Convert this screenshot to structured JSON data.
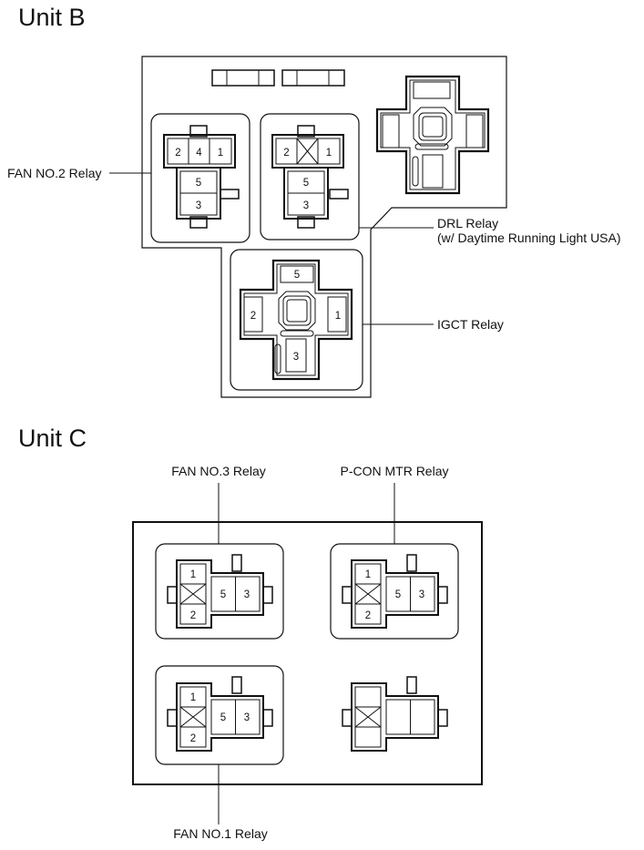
{
  "unit_b": {
    "title": "Unit B",
    "fan_no2_relay": {
      "label": "FAN NO.2 Relay",
      "pins": [
        "2",
        "4",
        "1",
        "5",
        "3"
      ]
    },
    "drl_relay": {
      "label_line1": "DRL Relay",
      "label_line2": "(w/ Daytime Running Light USA)",
      "pins": [
        "2",
        "1",
        "5",
        "3"
      ]
    },
    "igct_relay": {
      "label": "IGCT Relay",
      "pins": [
        "5",
        "2",
        "1",
        "3"
      ]
    }
  },
  "unit_c": {
    "title": "Unit C",
    "fan_no3_relay": {
      "label": "FAN NO.3 Relay",
      "pins": [
        "1",
        "2",
        "5",
        "3"
      ]
    },
    "pcon_mtr_relay": {
      "label": "P-CON MTR Relay",
      "pins": [
        "1",
        "2",
        "5",
        "3"
      ]
    },
    "fan_no1_relay": {
      "label": "FAN NO.1 Relay",
      "pins": [
        "1",
        "2",
        "5",
        "3"
      ]
    }
  }
}
